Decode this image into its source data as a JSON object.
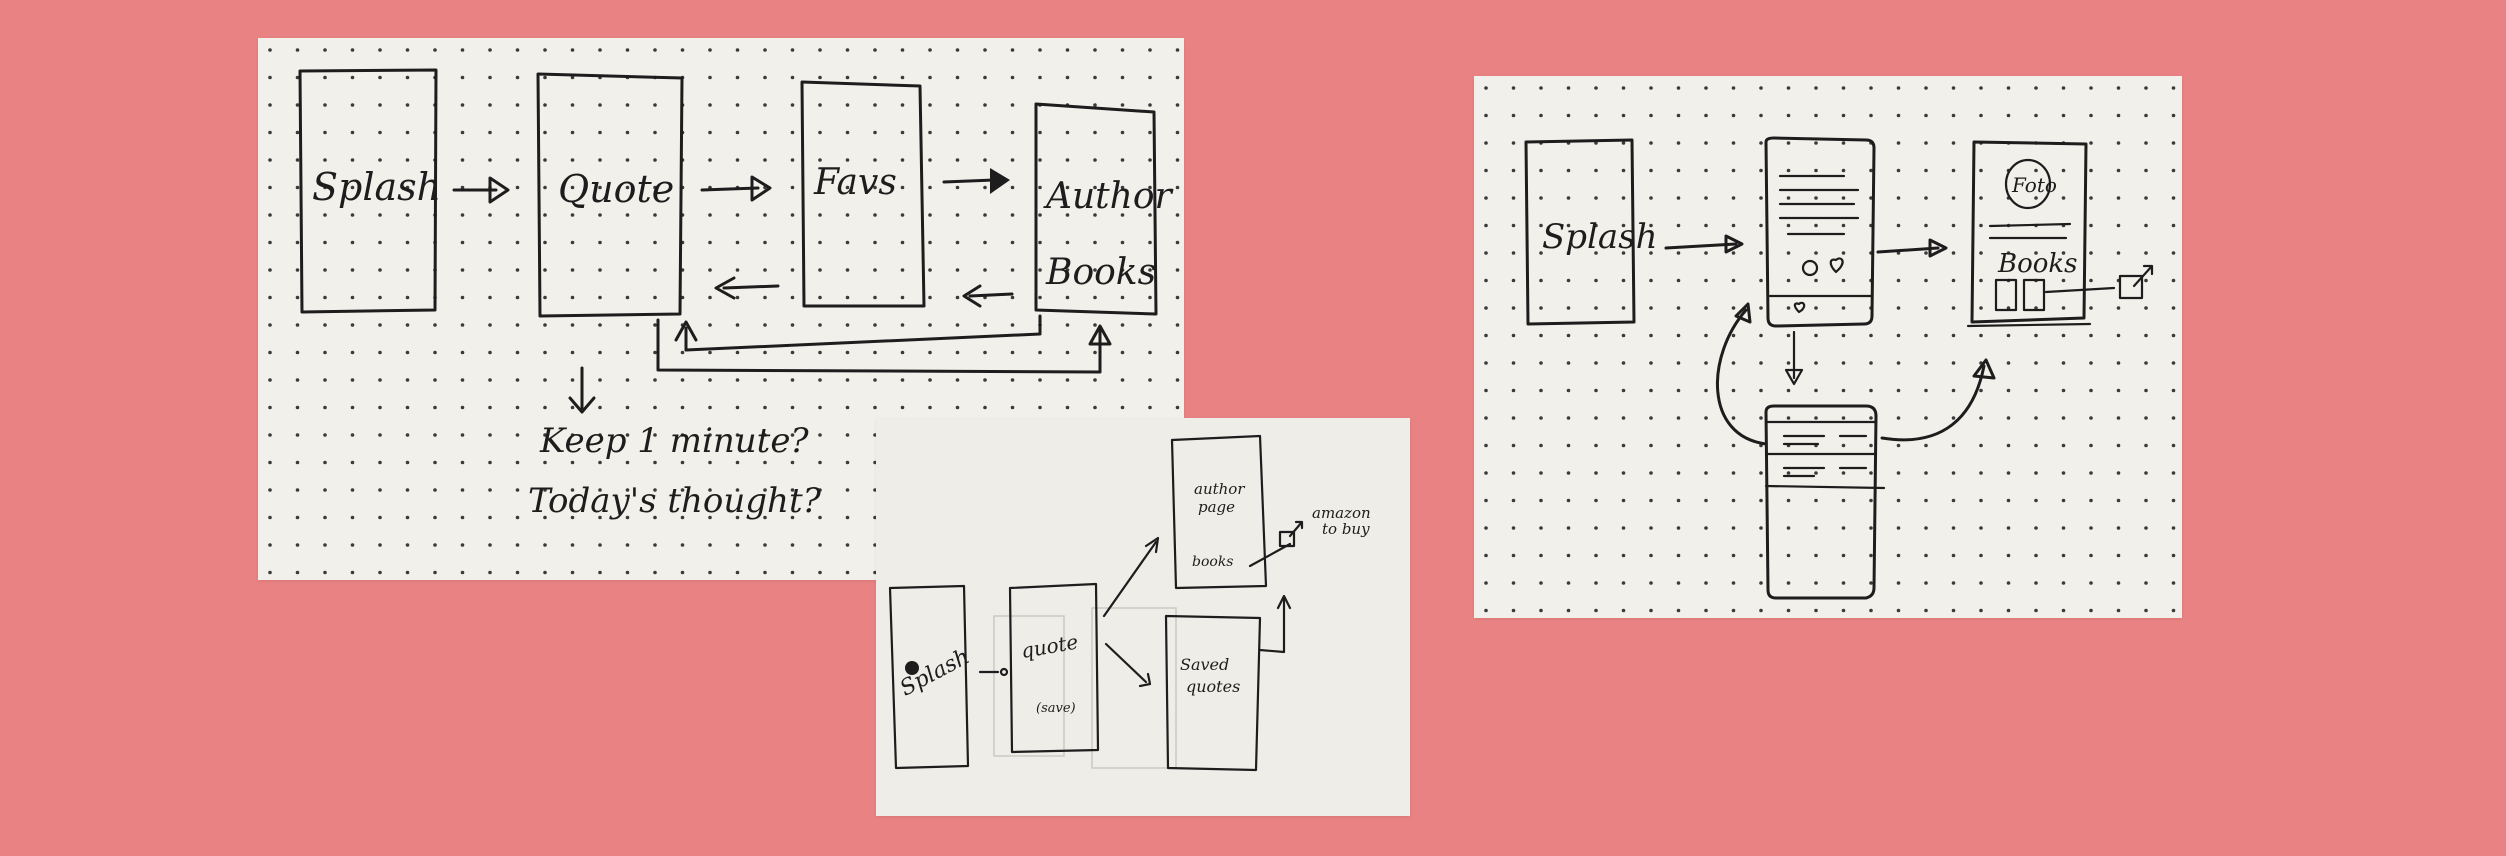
{
  "colors": {
    "background": "#e98383",
    "paper_dotted": "#f2f0ea",
    "paper_plain": "#eeede8",
    "ink": "#1d1d1d"
  },
  "sketch1": {
    "screens": [
      "Splash",
      "Quote",
      "Favs",
      "Author",
      "Books"
    ],
    "notes": [
      "Keep 1 minute?",
      "Today's thought?"
    ]
  },
  "sketch2": {
    "splash": "Splash",
    "quote": "quote",
    "quote_sub": "(save)",
    "author_page_line1": "author",
    "author_page_line2": "page",
    "books": "books",
    "saved_line1": "Saved",
    "saved_line2": "quotes",
    "amazon_line1": "amazon",
    "amazon_line2": "to buy"
  },
  "sketch3": {
    "splash": "Splash",
    "foto": "Foto",
    "books": "Books"
  }
}
